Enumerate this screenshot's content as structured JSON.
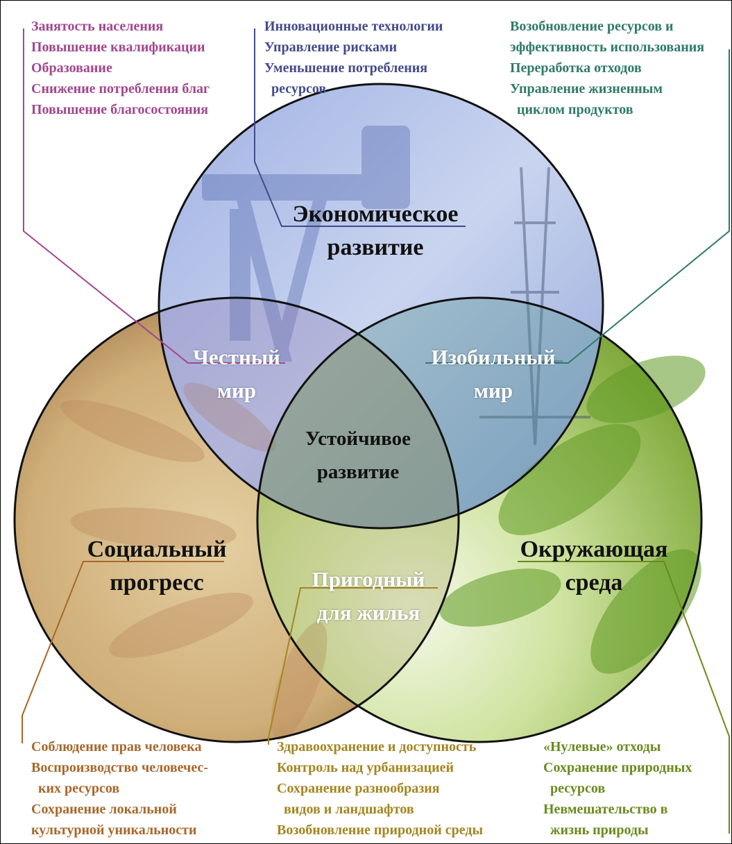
{
  "colors": {
    "social_econ": "#a3468f",
    "econ": "#434a8c",
    "econ_env": "#2f7a6a",
    "social": "#a8672a",
    "social_env": "#a48520",
    "env": "#6a8a1e"
  },
  "circles": {
    "economic": [
      "Экономическое",
      "развитие"
    ],
    "social": [
      "Социальный",
      "прогресс"
    ],
    "environment": [
      "Окружающая",
      "среда"
    ],
    "fair": [
      "Честный",
      "мир"
    ],
    "abundant": [
      "Изобильный",
      "мир"
    ],
    "livable": [
      "Пригодный",
      "для жилья"
    ],
    "core": [
      "Устойчивое",
      "развитие"
    ]
  },
  "lists": {
    "social_econ": [
      "Занятость населения",
      "Повышение квалификации",
      "Образование",
      "Снижение потребления благ",
      "Повышение благосостояния"
    ],
    "econ": [
      "Инновационные технологии",
      "Управление рисками",
      "Уменьшение потребления",
      "ресурсов"
    ],
    "econ_env": [
      "Возобновление ресурсов и",
      "эффективность использования",
      "Переработка отходов",
      "Управление жизненным",
      "циклом продуктов"
    ],
    "social": [
      "Соблюдение прав человека",
      "Воспроизводство человечес-",
      "ких ресурсов",
      "Сохранение локальной",
      "культурной уникальности"
    ],
    "social_env": [
      "Здравоохранение и доступность",
      "Контроль над урбанизацией",
      "Сохранение разнообразия",
      "видов и ландшафтов",
      "Возобновление природной среды"
    ],
    "env": [
      "«Нулевые» отходы",
      "Сохранение природных",
      "ресурсов",
      "Невмешательство в",
      "жизнь природы"
    ]
  }
}
